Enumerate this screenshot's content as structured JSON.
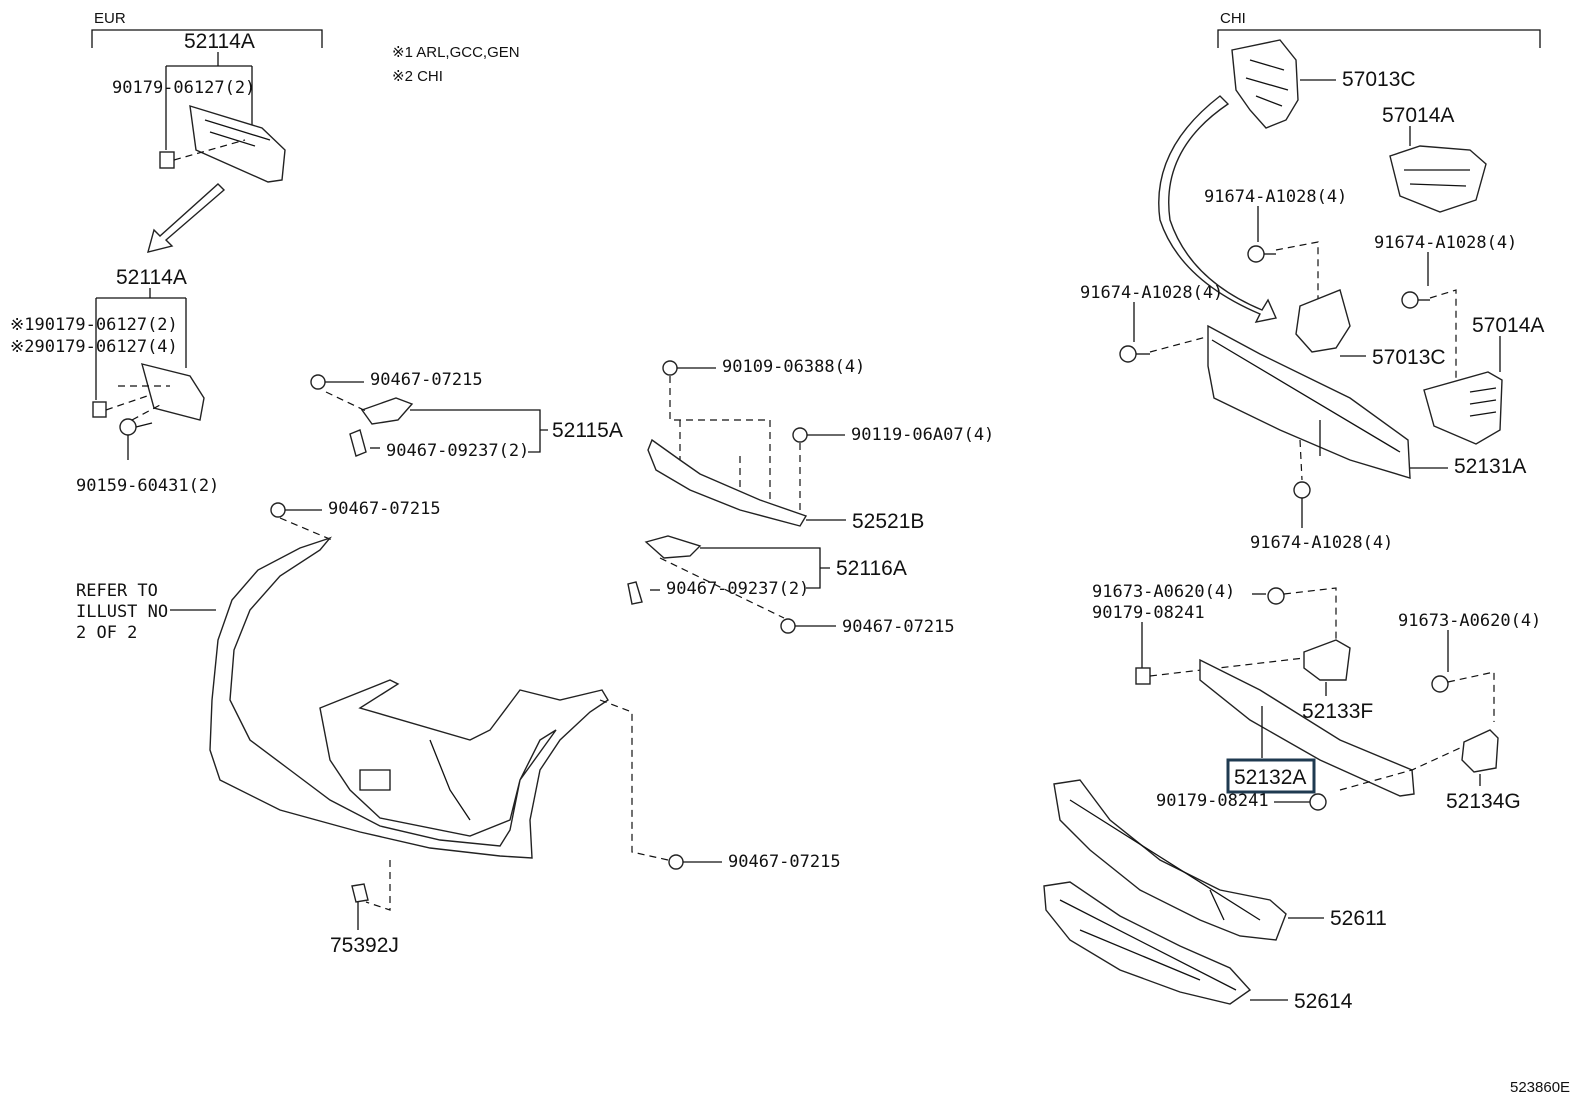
{
  "groups": {
    "eur": "EUR",
    "chi": "CHI"
  },
  "notes": {
    "note1": "※1 ARL,GCC,GEN",
    "note2": "※2 CHI"
  },
  "refer": {
    "line1": "REFER TO",
    "line2": "ILLUST NO",
    "line3": "2 OF 2"
  },
  "parts": {
    "p52114A_top": "52114A",
    "p90179_06127_2": "90179-06127(2)",
    "p52114A_mid": "52114A",
    "p90179_06127_note1": "※190179-06127(2)",
    "p90179_06127_note2": "※290179-06127(4)",
    "p90159_60431": "90159-60431(2)",
    "p90467_07215_a": "90467-07215",
    "p90467_09237_a": "90467-09237(2)",
    "p52115A": "52115A",
    "p90467_07215_b": "90467-07215",
    "p90109_06388": "90109-06388(4)",
    "p90119_06A07": "90119-06A07(4)",
    "p52521B": "52521B",
    "p52116A": "52116A",
    "p90467_09237_b": "90467-09237(2)",
    "p90467_07215_c": "90467-07215",
    "p90467_07215_d": "90467-07215",
    "p75392J": "75392J",
    "p57013C_top": "57013C",
    "p57014A_top": "57014A",
    "p91674_a": "91674-A1028(4)",
    "p91674_b": "91674-A1028(4)",
    "p91674_c": "91674-A1028(4)",
    "p57014A_mid": "57014A",
    "p57013C_mid": "57013C",
    "p52131A": "52131A",
    "p91674_d": "91674-A1028(4)",
    "p91673_a": "91673-A0620(4)",
    "p90179_08241_a": "90179-08241",
    "p91673_b": "91673-A0620(4)",
    "p52133F": "52133F",
    "p52132A": "52132A",
    "p90179_08241_b": "90179-08241",
    "p52134G": "52134G",
    "p52611": "52611",
    "p52614": "52614"
  },
  "figure_id": "523860E",
  "highlight_color": "#1f3a50"
}
